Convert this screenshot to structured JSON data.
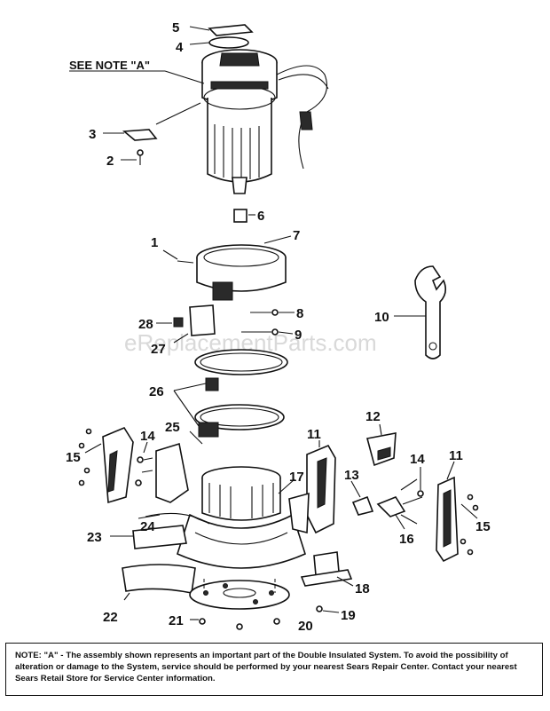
{
  "diagram": {
    "see_note": "SEE NOTE \"A\"",
    "watermark": "eReplacementParts.com",
    "callouts": [
      "1",
      "2",
      "3",
      "4",
      "5",
      "6",
      "7",
      "8",
      "9",
      "10",
      "11",
      "11",
      "12",
      "13",
      "14",
      "14",
      "15",
      "15",
      "16",
      "17",
      "18",
      "19",
      "20",
      "21",
      "22",
      "23",
      "24",
      "25",
      "26",
      "27",
      "28"
    ]
  },
  "note": {
    "label": "NOTE: \"A\" -",
    "text": "The assembly shown represents an important part of the Double Insulated System. To avoid the possibility of alteration or damage to the System, service should be performed by your nearest Sears Repair Center. Contact your nearest Sears Retail Store for Service Center information."
  }
}
